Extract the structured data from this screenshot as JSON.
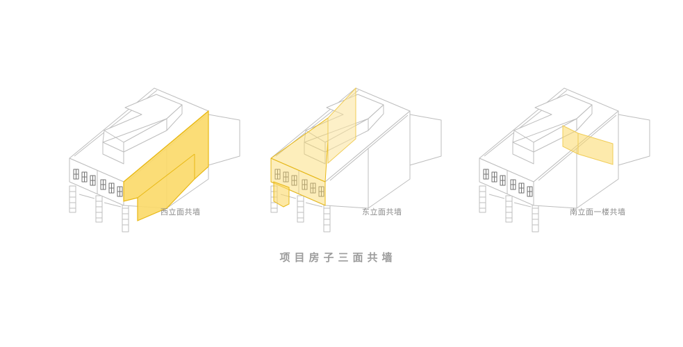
{
  "diagram": {
    "caption": "项目房子三面共墙",
    "views": [
      {
        "id": "west",
        "label": "西立面共墙",
        "highlight": "west-wall"
      },
      {
        "id": "east",
        "label": "东立面共墙",
        "highlight": "east-wall"
      },
      {
        "id": "south",
        "label": "南立面一楼共墙",
        "highlight": "south-ground-wall"
      }
    ],
    "colors": {
      "line": "#bdbdbd",
      "window": "#6f6f6f",
      "highlight_solid": "#fbd968",
      "highlight_edge": "#e8b814",
      "highlight_translucent": "#fbe49a",
      "text": "#8a8a8a"
    }
  }
}
